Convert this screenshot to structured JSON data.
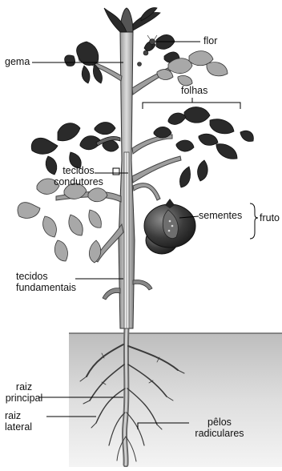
{
  "labels": {
    "gema": "gema",
    "flor": "flor",
    "folhas": "folhas",
    "tecidos_condutores": [
      "tecidos",
      "condutores"
    ],
    "sementes": "sementes",
    "fruto": "fruto",
    "tecidos_fundamentais": [
      "tecidos",
      "fundamentais"
    ],
    "raiz_principal": [
      "raiz",
      "principal"
    ],
    "raiz_lateral": [
      "raiz",
      "lateral"
    ],
    "pelos_radiculares": [
      "pêlos",
      "radiculares"
    ]
  },
  "colors": {
    "leaf": "#2a2a2a",
    "leaf_light": "#9a9a9a",
    "stem": "#b8b8b8",
    "soil": "#d4d4d4",
    "fruit": "#3a3a3a",
    "line": "#000000"
  }
}
